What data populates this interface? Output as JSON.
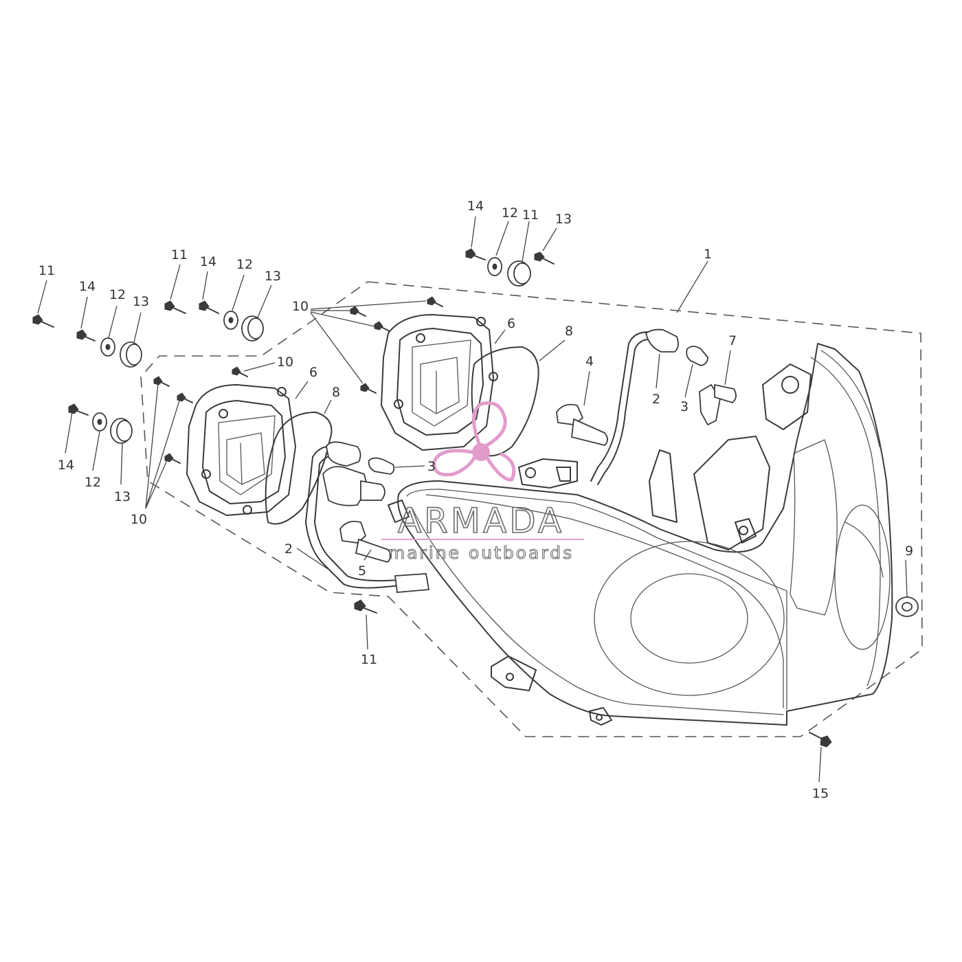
{
  "watermark": {
    "brand": "ARMADA",
    "tagline": "marine outboards",
    "logo_icon": "propeller-icon",
    "logo_color": "#e29ccc"
  },
  "callouts": [
    {
      "id": "c1",
      "label": "1"
    },
    {
      "id": "c2a",
      "label": "2"
    },
    {
      "id": "c2b",
      "label": "2"
    },
    {
      "id": "c3a",
      "label": "3"
    },
    {
      "id": "c3b",
      "label": "3"
    },
    {
      "id": "c4",
      "label": "4"
    },
    {
      "id": "c5",
      "label": "5"
    },
    {
      "id": "c6a",
      "label": "6"
    },
    {
      "id": "c6b",
      "label": "6"
    },
    {
      "id": "c7",
      "label": "7"
    },
    {
      "id": "c8a",
      "label": "8"
    },
    {
      "id": "c8b",
      "label": "8"
    },
    {
      "id": "c9",
      "label": "9"
    },
    {
      "id": "c10a",
      "label": "10"
    },
    {
      "id": "c10b",
      "label": "10"
    },
    {
      "id": "c10c",
      "label": "10"
    },
    {
      "id": "c11a",
      "label": "11"
    },
    {
      "id": "c11b",
      "label": "11"
    },
    {
      "id": "c11c",
      "label": "11"
    },
    {
      "id": "c11d",
      "label": "11"
    },
    {
      "id": "c12a",
      "label": "12"
    },
    {
      "id": "c12b",
      "label": "12"
    },
    {
      "id": "c12c",
      "label": "12"
    },
    {
      "id": "c12d",
      "label": "12"
    },
    {
      "id": "c13a",
      "label": "13"
    },
    {
      "id": "c13b",
      "label": "13"
    },
    {
      "id": "c13c",
      "label": "13"
    },
    {
      "id": "c13d",
      "label": "13"
    },
    {
      "id": "c14a",
      "label": "14"
    },
    {
      "id": "c14b",
      "label": "14"
    },
    {
      "id": "c14c",
      "label": "14"
    },
    {
      "id": "c14d",
      "label": "14"
    },
    {
      "id": "c15",
      "label": "15"
    }
  ]
}
